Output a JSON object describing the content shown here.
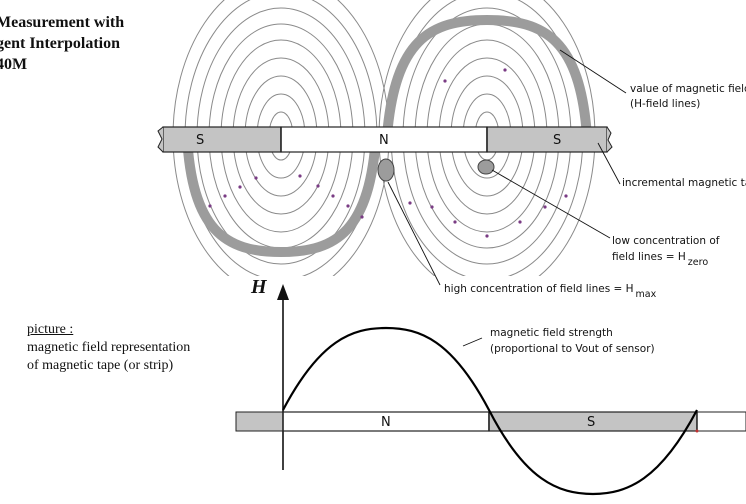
{
  "title": {
    "line1": "Measurement with",
    "line2": "gent Interpolation",
    "line3": "40M"
  },
  "caption": {
    "heading": "picture :",
    "line1": "magnetic field representation",
    "line2": "of magnetic tape (or strip)"
  },
  "tape_top": {
    "pole_left": "S",
    "pole_mid": "N",
    "pole_right": "S"
  },
  "tape_bottom": {
    "pole_left": "N",
    "pole_right": "S"
  },
  "axis": {
    "label": "H"
  },
  "annotations": {
    "field_value_1": "value of magnetic field",
    "field_value_2": "(H-field lines)",
    "tape": "incremental magnetic tape",
    "low_1": "low concentration of",
    "low_2": "field lines = H",
    "low_sub": "zero",
    "high": "high concentration of field lines = H",
    "high_sub": "max",
    "strength_1": "magnetic field strength",
    "strength_2": "(proportional to Vout of sensor)"
  },
  "colors": {
    "tape_gray": "#c4c4c4",
    "field_line": "#8a8a8a",
    "highlight_band": "#9c9c9c",
    "dot_purple": "#7a3c84",
    "curve": "#000000"
  }
}
